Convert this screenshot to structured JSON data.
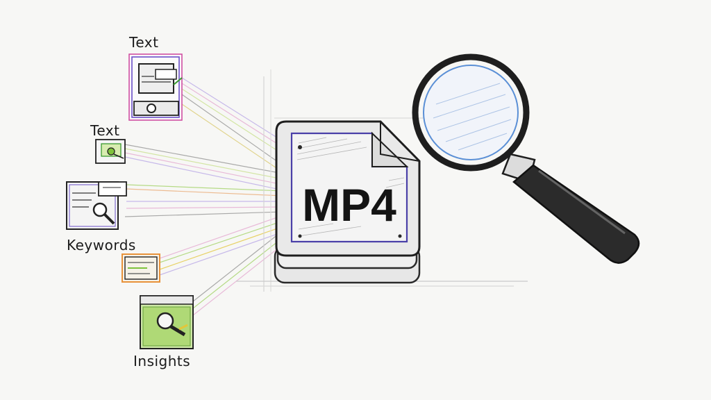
{
  "diagram": {
    "center_label": "MP4",
    "labels": [
      {
        "id": "text-top",
        "text": "Text"
      },
      {
        "id": "text-mid",
        "text": "Text"
      },
      {
        "id": "keywords",
        "text": "Keywords"
      },
      {
        "id": "insights",
        "text": "Insights"
      }
    ],
    "output_icons": [
      "document-window-icon",
      "document-window-icon",
      "document-search-icon",
      "document-window-icon",
      "document-search-icon"
    ],
    "tool_icon": "magnifying-glass-icon",
    "colors": {
      "ink": "#1b1b1b",
      "violet": "#6a4fc9",
      "magenta": "#d04fa2",
      "green": "#7ec23b",
      "yellow": "#e3c63a",
      "orange": "#e8923a",
      "blue": "#5a8fd6",
      "paper": "#f7f7f5"
    }
  }
}
